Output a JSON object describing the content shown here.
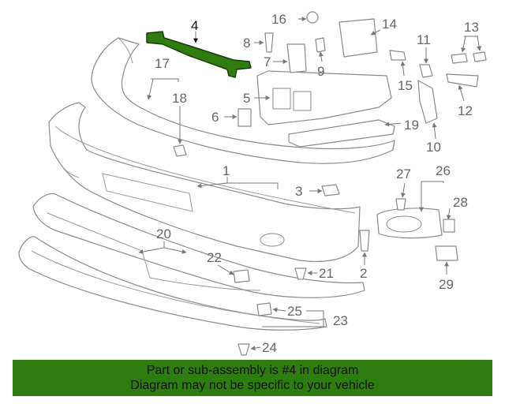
{
  "diagram": {
    "highlight_color": "#2e7d0e",
    "highlighted_part": "4",
    "callouts": [
      "1",
      "2",
      "3",
      "4",
      "5",
      "6",
      "7",
      "8",
      "9",
      "10",
      "11",
      "12",
      "13",
      "14",
      "15",
      "16",
      "17",
      "18",
      "19",
      "20",
      "21",
      "22",
      "23",
      "24",
      "25",
      "26",
      "27",
      "28",
      "29"
    ]
  },
  "banner": {
    "line1": "Part or sub-assembly is #4 in diagram",
    "line2": "Diagram may not be specific to your vehicle",
    "background": "#2e7d0e"
  }
}
